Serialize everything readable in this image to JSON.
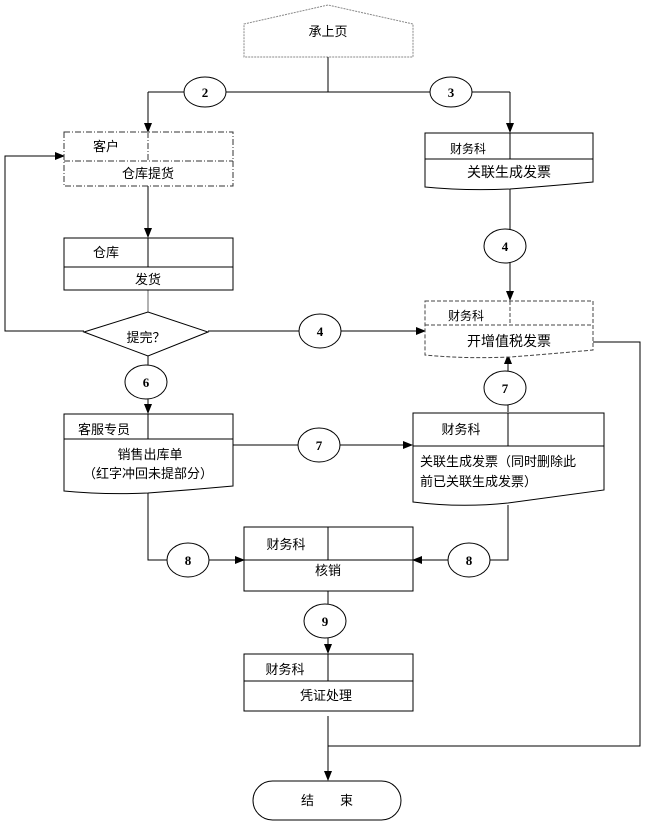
{
  "diagram": {
    "type": "flowchart",
    "colors": {
      "line": "#000000",
      "background": "#ffffff",
      "dashed_border": "#555555"
    },
    "start": {
      "label": "承上页",
      "shape": "off-page-connector"
    },
    "end": {
      "label": "结　　束",
      "shape": "terminator"
    },
    "decision": {
      "label": "提完？"
    },
    "nodes": {
      "customer_pickup": {
        "role": "客户",
        "task": "仓库提货",
        "style": "dash-dot"
      },
      "warehouse_ship": {
        "role": "仓库",
        "task": "发货",
        "style": "solid"
      },
      "finance_link_invoice": {
        "role": "财务科",
        "task": "关联生成发票",
        "style": "solid-document"
      },
      "finance_vat_invoice": {
        "role": "财务科",
        "task": "开增值税发票",
        "style": "dashed-document"
      },
      "cs_sales_outbound": {
        "role": "客服专员",
        "task_line1": "销售出库单",
        "task_line2": "（红字冲回未提部分）",
        "style": "solid-document"
      },
      "finance_relink_invoice": {
        "role": "财务科",
        "task_line1": "关联生成发票（同时删除此",
        "task_line2": "前已关联生成发票）",
        "style": "solid-document"
      },
      "finance_writeoff": {
        "role": "财务科",
        "task": "核销",
        "style": "solid"
      },
      "finance_voucher": {
        "role": "财务科",
        "task": "凭证处理",
        "style": "solid"
      }
    },
    "connectors": {
      "c2": "2",
      "c3": "3",
      "c4_right": "4",
      "c4_mid": "4",
      "c6": "6",
      "c7_mid": "7",
      "c7_right": "7",
      "c8_left": "8",
      "c8_right": "8",
      "c9": "9"
    }
  }
}
